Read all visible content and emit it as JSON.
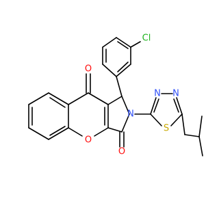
{
  "molecule": {
    "atoms": {
      "O1": {
        "label": "O",
        "color": "#ff0d0d"
      },
      "O2": {
        "label": "O",
        "color": "#ff0d0d"
      },
      "O3": {
        "label": "O",
        "color": "#ff0d0d"
      },
      "N1": {
        "label": "N",
        "color": "#3050f8"
      },
      "N2": {
        "label": "N",
        "color": "#3050f8"
      },
      "N3": {
        "label": "N",
        "color": "#3050f8"
      },
      "S1": {
        "label": "S",
        "color": "#c8a800"
      },
      "Cl1": {
        "label": "Cl",
        "color": "#1fb41f"
      }
    },
    "bond_color": "#000000"
  }
}
